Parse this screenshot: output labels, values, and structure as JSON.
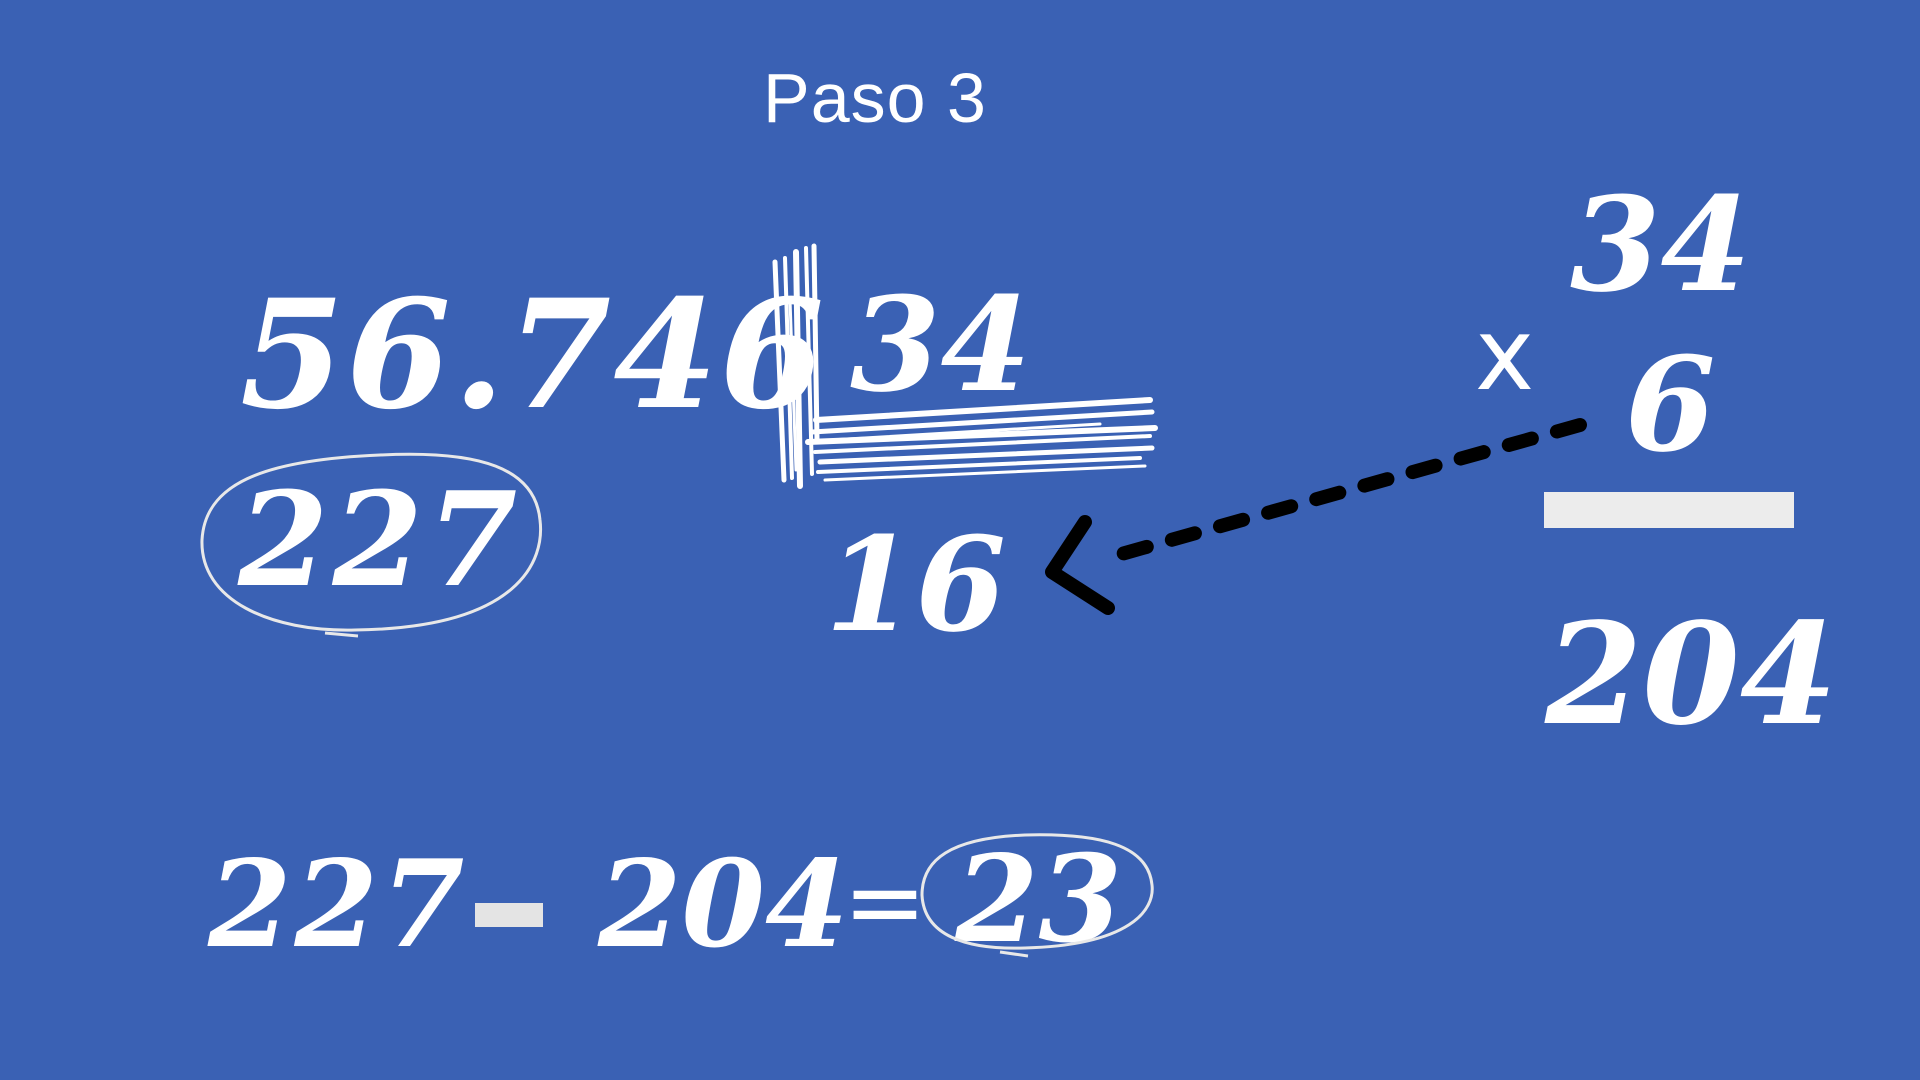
{
  "title": "Paso 3",
  "division": {
    "dividend": "56.746",
    "divisor": "34",
    "quotient": "16",
    "partial_dividend": "227"
  },
  "multiplication": {
    "top": "34",
    "operator": "x",
    "bottom": "6",
    "result": "204"
  },
  "subtraction": {
    "minuend": "227",
    "subtrahend": "204",
    "equals": "=",
    "result": "23"
  },
  "colors": {
    "background": "#3a61b4",
    "chalk": "#ffffff",
    "arrow": "#000000"
  }
}
